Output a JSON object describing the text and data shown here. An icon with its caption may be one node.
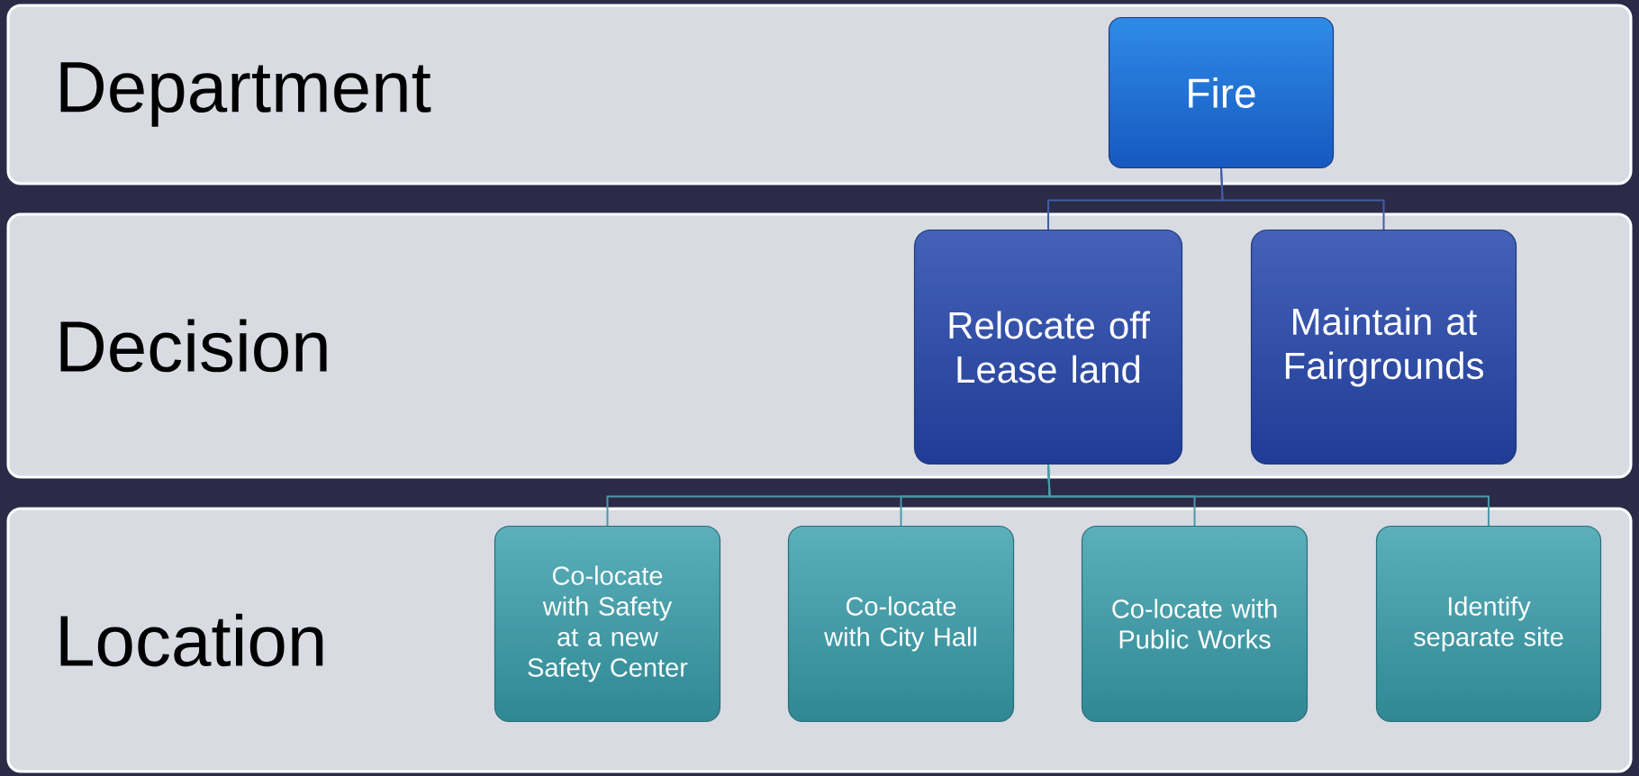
{
  "diagram": {
    "nodes": [
      {
        "text": [
          "Department"
        ]
      },
      {
        "text": [
          "Fire"
        ],
        "in": 0
      },
      {
        "text": [
          "Decision"
        ]
      },
      {
        "text": [
          "Relocate off Lease land"
        ],
        "in": 2
      },
      {
        "text": [
          "Maintain at Fairgrounds"
        ],
        "in": 2
      },
      {
        "text": [
          "Location"
        ]
      },
      {
        "text": [
          "Co-locate with Safety at a new Safety Center"
        ],
        "in": 5
      },
      {
        "text": [
          "Co-locate with City Hall"
        ],
        "in": 5
      },
      {
        "text": [
          "Co-locate with Public Works"
        ],
        "in": 5
      },
      {
        "text": [
          "Identify separate site"
        ],
        "in": 5
      }
    ],
    "edges": [
      {
        "from": 1,
        "to": 3,
        "arrow": "none",
        "color": "#3f5fa8"
      },
      {
        "from": 1,
        "to": 4,
        "arrow": "none",
        "color": "#3f5fa8"
      },
      {
        "from": 3,
        "to": 6,
        "arrow": "none",
        "color": "#4a9aa8"
      },
      {
        "from": 3,
        "to": 7,
        "arrow": "none",
        "color": "#4a9aa8"
      },
      {
        "from": 3,
        "to": 8,
        "arrow": "none",
        "color": "#4a9aa8"
      },
      {
        "from": 3,
        "to": 9,
        "arrow": "none",
        "color": "#4a9aa8"
      }
    ]
  }
}
